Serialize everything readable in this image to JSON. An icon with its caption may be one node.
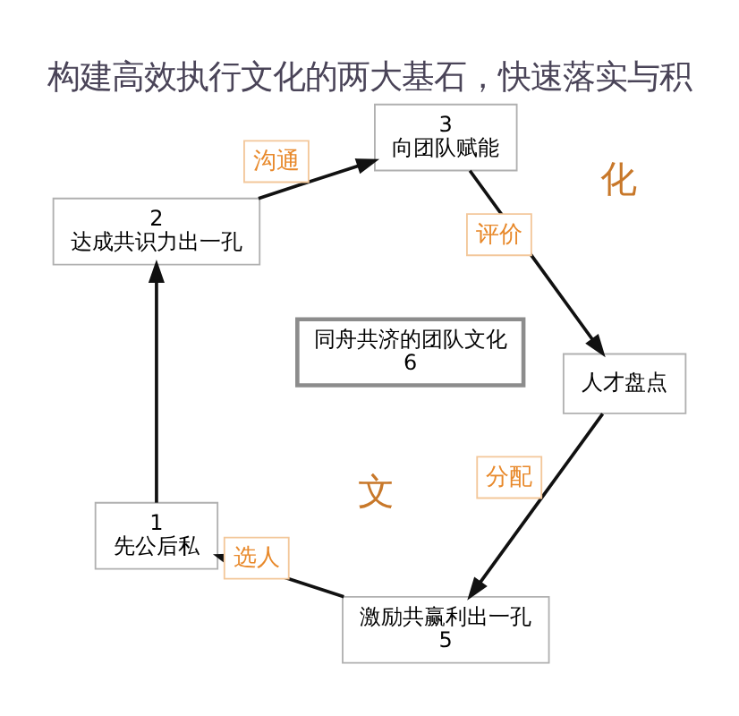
{
  "diagram": {
    "title": "构建高效执行文化的两大基石，快速落实与积",
    "nodes": [
      {
        "text": [
          "同舟共济的团队文化",
          "6"
        ]
      },
      {
        "text": [
          "激励共赢利出一孔",
          "5"
        ]
      },
      {
        "text": [
          "人才盘点"
        ]
      },
      {
        "text": [
          "1",
          "先公后私"
        ]
      },
      {
        "text": [
          "3",
          "向团队赋能"
        ]
      },
      {
        "text": [
          "2",
          "达成共识力出一孔"
        ]
      }
    ],
    "edges": [
      {
        "from": 1,
        "to": 3,
        "arrow": "to",
        "label": "选人"
      },
      {
        "from": 3,
        "to": 5,
        "arrow": "to"
      },
      {
        "from": 5,
        "to": 4,
        "arrow": "to",
        "label": "沟通"
      },
      {
        "from": 4,
        "to": 2,
        "arrow": "to",
        "label": "评价"
      },
      {
        "from": 2,
        "to": 1,
        "arrow": "to",
        "label": "分配"
      }
    ],
    "labels": [
      "文",
      "化"
    ]
  }
}
